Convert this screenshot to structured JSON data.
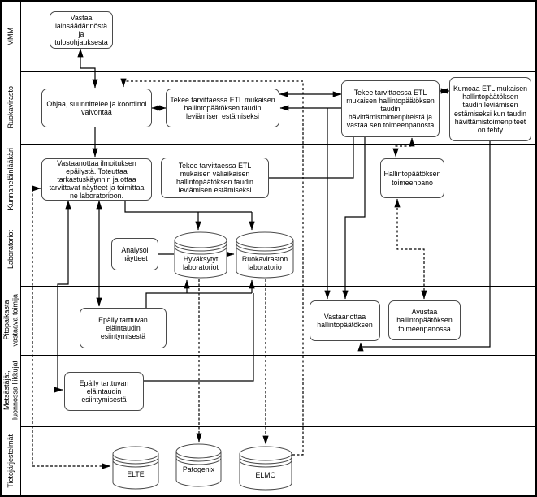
{
  "diagram": {
    "type": "swimlane-flowchart",
    "lanes": [
      {
        "label": "MMM"
      },
      {
        "label": "Ruokavirasto"
      },
      {
        "label": "Kunnaneläinlääkäri"
      },
      {
        "label": "Laboratoriot"
      },
      {
        "label": "Pitopaikasta\nvastaava toimija"
      },
      {
        "label": "Metsästäjät,\nluonnossa liikkujat"
      },
      {
        "label": "Tietojärjestelmät"
      }
    ],
    "nodes": {
      "vastaa_lainsaadannosta": "Vastaa lainsäädännöstä ja tulosohjauksesta",
      "ohjaa": "Ohjaa, suunnittelee ja koordinoi valvontaa",
      "etl_estamiseksi": "Tekee tarvittaessa ETL mukaisen hallintopäätöksen taudin leviämisen estämiseksi",
      "etl_havittamis": "Tekee tarvittaessa ETL mukaisen hallintopäätöksen taudin hävittämistoimenpiteistä ja vastaa sen toimeenpanosta",
      "kumoaa": "Kumoaa ETL mukaisen hallintopäätöksen taudin leviämisen estämiseksi kun taudin hävittämistoimenpiteet on tehty",
      "vastaanottaa_ilmoituksen": "Vastaanottaa ilmoituksen epäilystä. Toteuttaa tarkastuskäynnin ja ottaa tarvittavat näytteet ja toimittaa ne laboratorioon.",
      "etl_valiaikainen": "Tekee tarvittaessa ETL mukaisen väliaikaisen hallintopäätöksen taudin leviämisen estämiseksi",
      "hallintopaatoksen_toimeenpano": "Hallintopäätöksen toimeenpano",
      "analysoi": "Analysoi näytteet",
      "hyvaksytyt_laboratoriot": "Hyväksytyt laboratoriot",
      "ruokaviraston_laboratorio": "Ruokaviraston laboratorio",
      "epaily_pitopaikka": "Epäily tarttuvan eläintaudin esiintymisestä",
      "vastaanottaa_hallintopaatoksen": "Vastaanottaa hallintopäätöksen",
      "avustaa": "Avustaa hallintopäätöksen toimeenpanossa",
      "epaily_metsastajat": "Epäily tarttuvan eläintaudin esiintymisestä",
      "elte": "ELTE",
      "patogenix": "Patogenix",
      "elmo": "ELMO"
    },
    "edges": [
      {
        "from": "vastaa_lainsaadannosta",
        "to": "ohjaa",
        "style": "solid",
        "arrows": "both"
      },
      {
        "from": "elmo",
        "to": "ohjaa",
        "style": "dashed",
        "arrows": "end"
      },
      {
        "from": "ohjaa",
        "to": "etl_estamiseksi",
        "style": "solid",
        "arrows": "both"
      },
      {
        "from": "etl_estamiseksi",
        "to": "etl_havittamis",
        "style": "solid",
        "arrows": "both"
      },
      {
        "from": "etl_havittamis",
        "to": "kumoaa",
        "style": "solid",
        "arrows": "both"
      },
      {
        "from": "ohjaa",
        "to": "vastaanottaa_ilmoituksen",
        "style": "solid",
        "arrows": "end"
      },
      {
        "from": "vastaanottaa_ilmoituksen",
        "to": "hyvaksytyt_laboratoriot",
        "style": "solid",
        "arrows": "end"
      },
      {
        "from": "vastaanottaa_ilmoituksen",
        "to": "ruokaviraston_laboratorio",
        "style": "solid",
        "arrows": "end"
      },
      {
        "from": "etl_valiaikainen",
        "to": "etl_estamiseksi",
        "style": "solid",
        "arrows": "end"
      },
      {
        "from": "etl_estamiseksi",
        "to": "vastaanottaa_hallintopaatoksen",
        "style": "solid",
        "arrows": "end"
      },
      {
        "from": "etl_havittamis",
        "to": "vastaanottaa_hallintopaatoksen",
        "style": "solid",
        "arrows": "end"
      },
      {
        "from": "etl_havittamis",
        "to": "hallintopaatoksen_toimeenpano",
        "style": "dashed",
        "arrows": "both"
      },
      {
        "from": "hallintopaatoksen_toimeenpano",
        "to": "avustaa",
        "style": "dashed",
        "arrows": "both"
      },
      {
        "from": "kumoaa",
        "to": "vastaanottaa_hallintopaatoksen",
        "style": "solid",
        "arrows": "end"
      },
      {
        "from": "epaily_pitopaikka",
        "to": "vastaanottaa_ilmoituksen",
        "style": "solid",
        "arrows": "both"
      },
      {
        "from": "epaily_metsastajat",
        "to": "vastaanottaa_ilmoituksen",
        "style": "solid",
        "arrows": "both"
      },
      {
        "from": "epaily_pitopaikka",
        "to": "hyvaksytyt_laboratoriot",
        "style": "solid",
        "arrows": "end"
      },
      {
        "from": "epaily_metsastajat",
        "to": "ruokaviraston_laboratorio",
        "style": "solid",
        "arrows": "end"
      },
      {
        "from": "hyvaksytyt_laboratoriot",
        "to": "ruokaviraston_laboratorio",
        "style": "solid",
        "arrows": "end"
      },
      {
        "from": "analysoi",
        "to": "hyvaksytyt_laboratoriot",
        "style": "solid",
        "arrows": "none"
      },
      {
        "from": "hyvaksytyt_laboratoriot",
        "to": "patogenix",
        "style": "dashed",
        "arrows": "end"
      },
      {
        "from": "ruokaviraston_laboratorio",
        "to": "elmo",
        "style": "dashed",
        "arrows": "end"
      },
      {
        "from": "vastaanottaa_ilmoituksen",
        "to": "elte",
        "style": "dashed",
        "arrows": "both"
      }
    ]
  }
}
